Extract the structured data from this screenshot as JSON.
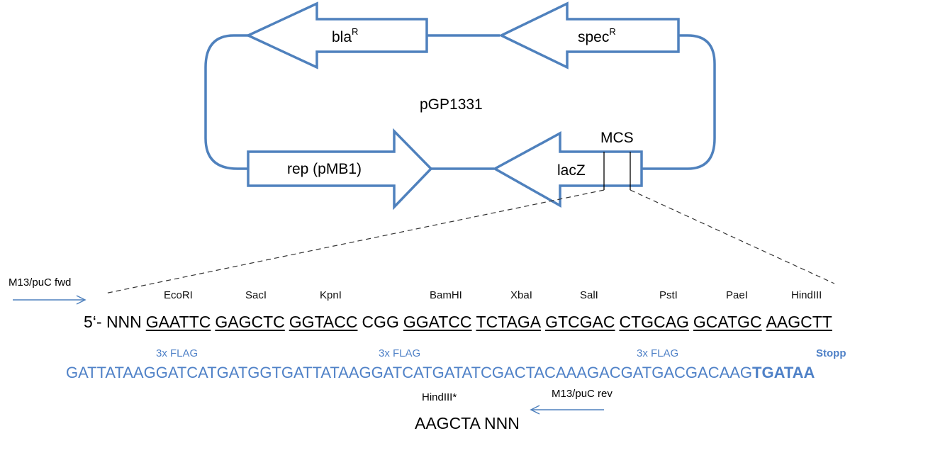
{
  "diagram": {
    "plasmid_name": "pGP1331",
    "features": {
      "bla": {
        "label": "bla",
        "superscript": "R"
      },
      "spec": {
        "label": "spec",
        "superscript": "R"
      },
      "rep": {
        "label": "rep (pMB1)"
      },
      "lacz": {
        "label": "lacZ"
      },
      "mcs": {
        "label": "MCS"
      }
    },
    "primers": {
      "fwd": "M13/puC fwd",
      "rev": "M13/puC rev"
    },
    "enzymes": [
      "EcoRI",
      "SacI",
      "KpnI",
      "BamHI",
      "XbaI",
      "SalI",
      "PstI",
      "PaeI",
      "HindIII"
    ],
    "sequence_top": {
      "prefix": "5‘- NNN",
      "sites": [
        "GAATTC",
        "GAGCTC",
        "GGTACC",
        "CGG",
        "GGATCC",
        "TCTAGA",
        "GTCGAC",
        "CTGCAG",
        "GCATGC",
        "AAGCTT"
      ]
    },
    "flag_labels": [
      "3x FLAG",
      "3x FLAG",
      "3x FLAG"
    ],
    "stop_label": "Stopp",
    "flag_sequence": "GATTATAAGGATCATGATGGTGATTATAAGGATCATGATATCGACTACAAAGACGATGACGACAAG",
    "stop_sequence": "TGATAA",
    "hindiii_star": "HindIII*",
    "sequence_bottom": "AAGCTA NNN",
    "colors": {
      "outline": "#4f81bd",
      "accent_text": "#4f81c7",
      "dashed": "#333333"
    }
  }
}
